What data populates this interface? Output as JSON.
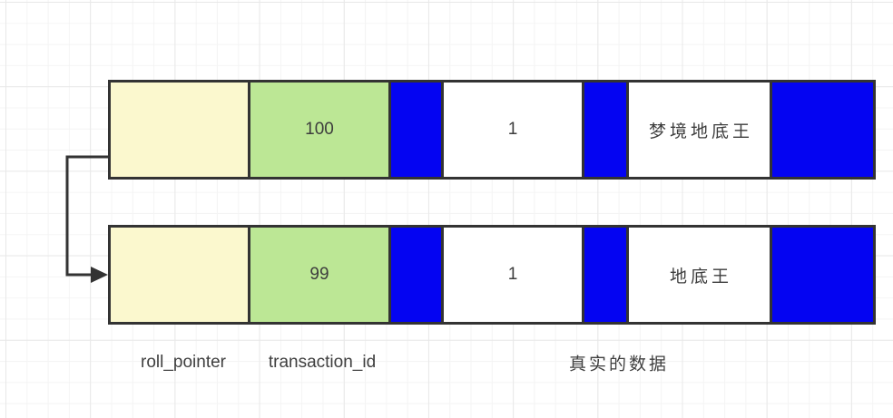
{
  "diagram": {
    "rows": [
      {
        "transaction_id": "100",
        "id_value": "1",
        "data_value": "梦境地底王"
      },
      {
        "transaction_id": "99",
        "id_value": "1",
        "data_value": "地底王"
      }
    ],
    "labels": {
      "roll_pointer": "roll_pointer",
      "transaction_id": "transaction_id",
      "real_data": "真实的数据"
    },
    "colors": {
      "roll_pointer_fill": "#fbf8ce",
      "transaction_id_fill": "#bce795",
      "separator_fill": "#0404f2",
      "border": "#333333",
      "connector": "#333333"
    }
  }
}
